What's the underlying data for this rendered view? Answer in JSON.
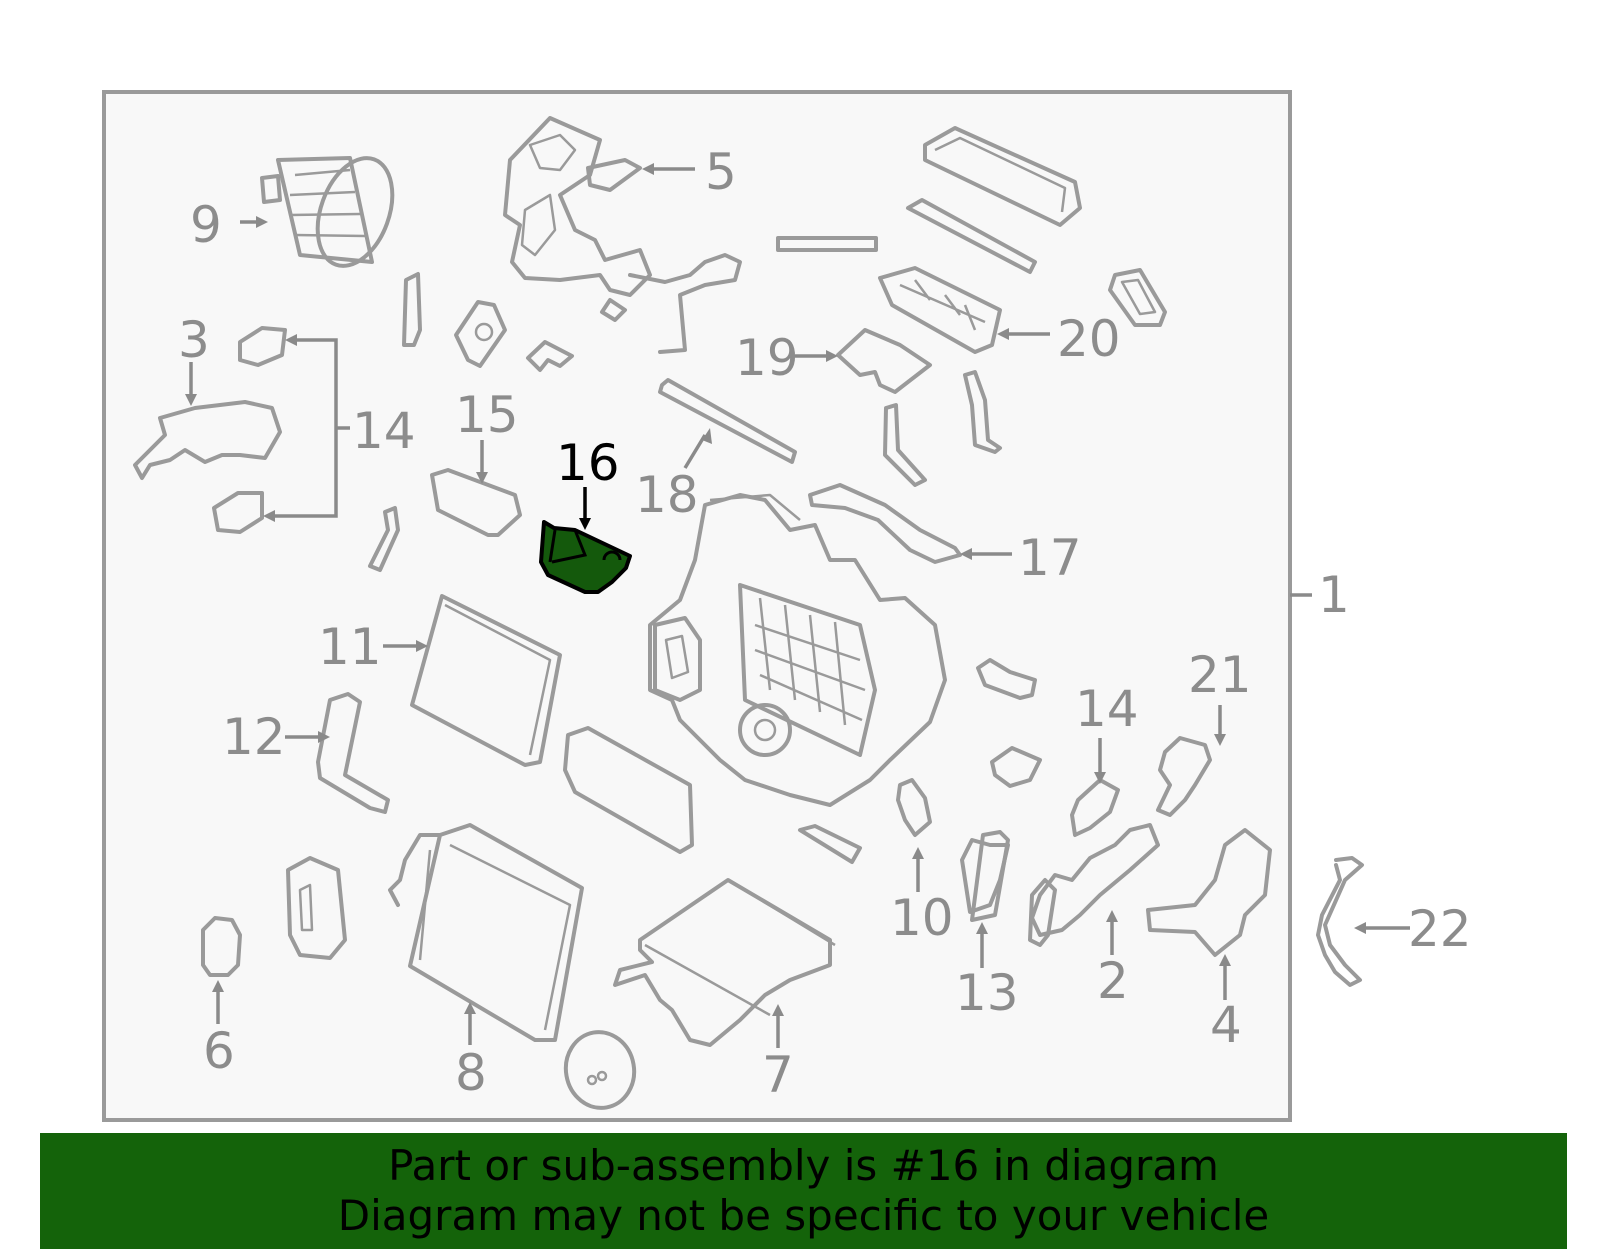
{
  "callouts": {
    "c1": "1",
    "c2": "2",
    "c3": "3",
    "c4": "4",
    "c5": "5",
    "c6": "6",
    "c7": "7",
    "c8": "8",
    "c9": "9",
    "c10": "10",
    "c11": "11",
    "c12": "12",
    "c13": "13",
    "c14a": "14",
    "c14b": "14",
    "c15": "15",
    "c16": "16",
    "c17": "17",
    "c18": "18",
    "c19": "19",
    "c20": "20",
    "c21": "21",
    "c22": "22"
  },
  "highlight": {
    "part": "16",
    "fill_color": "#14590c"
  },
  "banner": {
    "line1": "Part or sub-assembly is #16 in diagram",
    "line2": "Diagram may not be specific to your vehicle",
    "background": "#14630a"
  }
}
